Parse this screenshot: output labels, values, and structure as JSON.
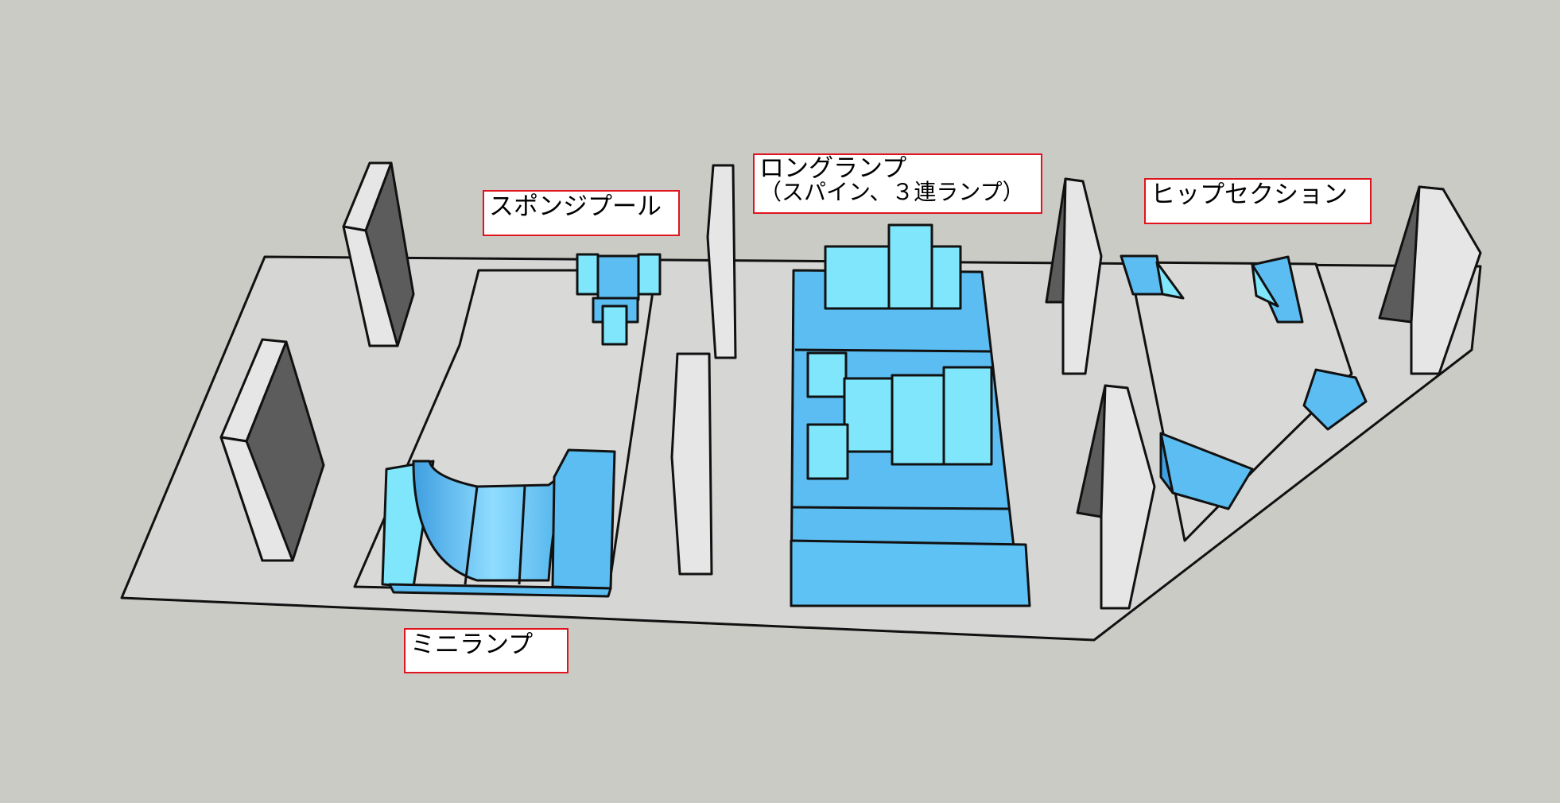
{
  "labels": {
    "sponge_pool": "スポンジプール",
    "long_ramp_line1": "ロングランプ",
    "long_ramp_line2": "（スパイン、３連ランプ）",
    "hip_section": "ヒップセクション",
    "mini_ramp": "ミニランプ"
  },
  "colors": {
    "background": "#cbcbc6",
    "floor": "#d6d7d5",
    "wall_front": "#e6e6e6",
    "wall_side": "#5c5c5c",
    "ramp_blue": "#5bbdf2",
    "ramp_light": "#7fe6fb",
    "label_border": "#e0141e"
  }
}
